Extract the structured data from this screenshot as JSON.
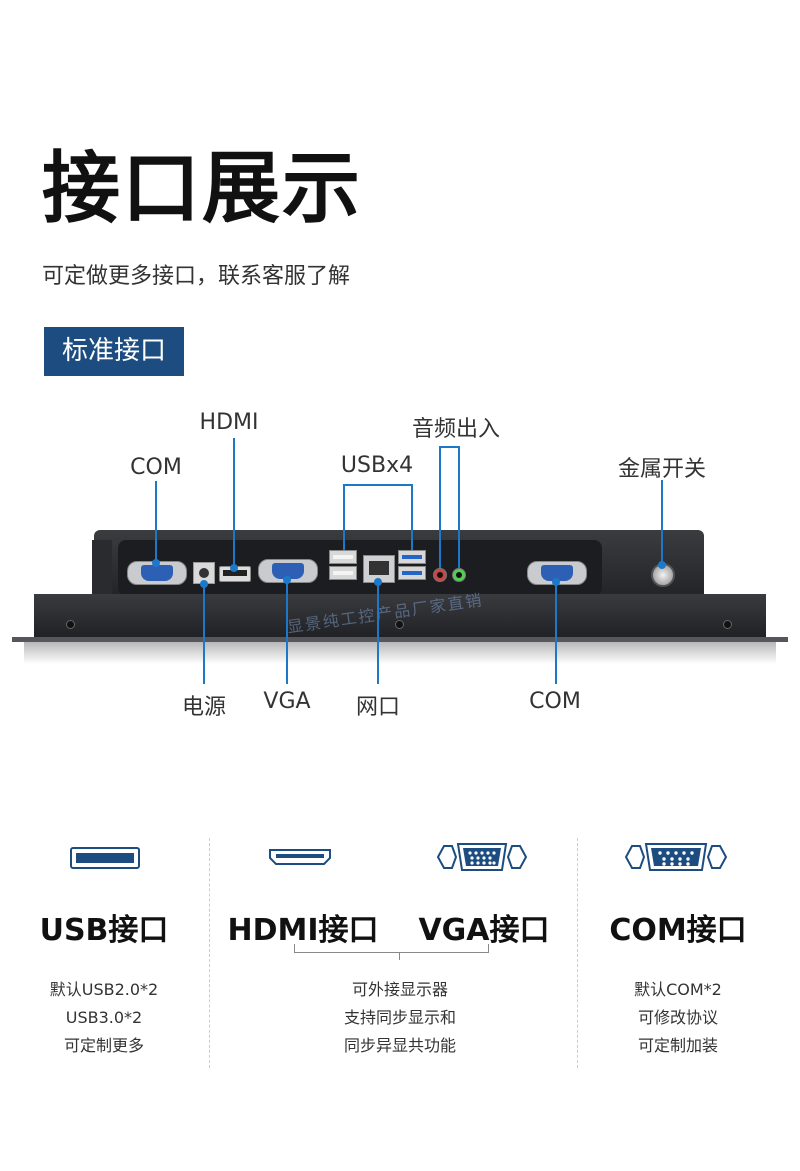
{
  "header": {
    "title": "接口展示",
    "subtitle": "可定做更多接口，联系客服了解",
    "section_badge": "标准接口"
  },
  "diagram": {
    "labels_top": {
      "com_left": "COM",
      "hdmi": "HDMI",
      "usb": "USBx4",
      "audio": "音频出入",
      "power_switch": "金属开关"
    },
    "labels_bottom": {
      "power": "电源",
      "vga": "VGA",
      "lan": "网口",
      "com_right": "COM"
    },
    "watermark": "显景纯工控产品厂家直销",
    "colors": {
      "leader": "#1e78c8",
      "device": "#2a2b2e",
      "port_blue": "#2d5fb5",
      "badge": "#1d4d80"
    }
  },
  "interfaces": [
    {
      "icon": "usb-port-icon",
      "name": "USB接口",
      "desc": [
        "默认USB2.0*2",
        "USB3.0*2",
        "可定制更多"
      ]
    },
    {
      "icon": "hdmi-port-icon",
      "name": "HDMI接口"
    },
    {
      "icon": "vga-port-icon",
      "name": "VGA接口"
    },
    {
      "icon": "com-port-icon",
      "name": "COM接口",
      "desc": [
        "默认COM*2",
        "可修改协议",
        "可定制加装"
      ]
    }
  ],
  "shared_desc": [
    "可外接显示器",
    "支持同步显示和",
    "同步异显共功能"
  ]
}
